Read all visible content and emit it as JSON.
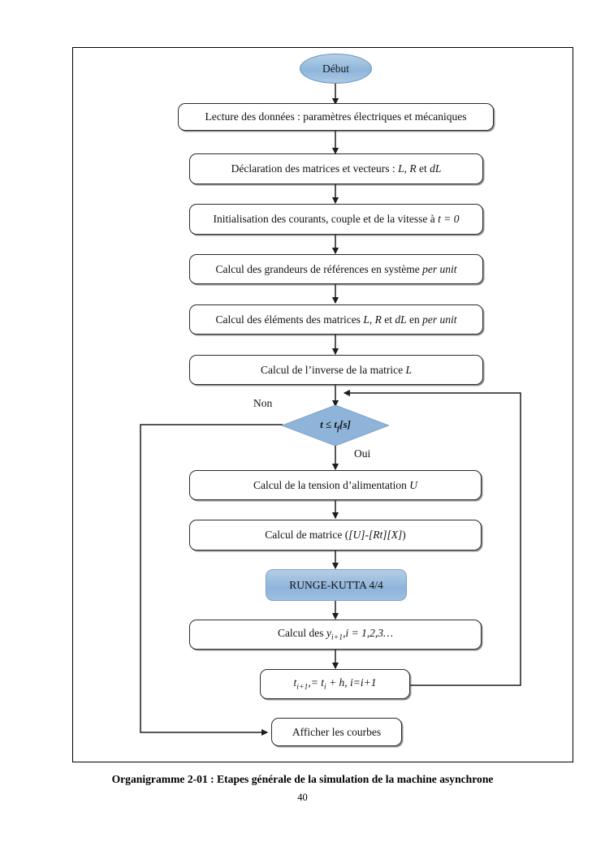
{
  "document": {
    "caption": "Organigramme 2-01 : Etapes générale de la simulation de la machine asynchrone",
    "page_number": "40"
  },
  "colors": {
    "accent_blue": "#8FB4DA",
    "accent_blue_light": "#B6D0E8",
    "node_border": "#2B2B2B",
    "frame_border": "#000000",
    "text": "#111111"
  },
  "flowchart": {
    "title": "Organigramme 2-01",
    "nodes": [
      {
        "id": "start",
        "type": "terminator",
        "label": "Début"
      },
      {
        "id": "read",
        "type": "process",
        "label": "Lecture des données : paramètres électriques et mécaniques"
      },
      {
        "id": "declare",
        "type": "process",
        "label": "Déclaration des matrices et vecteurs : L, R et dL"
      },
      {
        "id": "init",
        "type": "process",
        "label": "Initialisation des courants, couple et de la vitesse à t = 0"
      },
      {
        "id": "refcalc",
        "type": "process",
        "label": "Calcul des grandeurs de références en système per unit"
      },
      {
        "id": "elemcalc",
        "type": "process",
        "label": "Calcul des éléments des matrices L, R et dL en per unit"
      },
      {
        "id": "inverse",
        "type": "process",
        "label": "Calcul de l’inverse de la matrice L"
      },
      {
        "id": "decision",
        "type": "decision",
        "label": "t ≤ tf[s]"
      },
      {
        "id": "voltage",
        "type": "process",
        "label": "Calcul de la tension d’alimentation U"
      },
      {
        "id": "matrix",
        "type": "process",
        "label": "Calcul de matrice ([U]-[Rt][X])"
      },
      {
        "id": "rungekutta",
        "type": "highlight",
        "label": "RUNGE-KUTTA 4/4"
      },
      {
        "id": "ycalc",
        "type": "process",
        "label": "Calcul des yi+1,i = 1,2,3…"
      },
      {
        "id": "timestep",
        "type": "process",
        "label": "ti+1,= ti + h, i=i+1"
      },
      {
        "id": "plot",
        "type": "process",
        "label": "Afficher les courbes"
      }
    ],
    "branch_labels": {
      "no": "Non",
      "yes": "Oui"
    }
  }
}
